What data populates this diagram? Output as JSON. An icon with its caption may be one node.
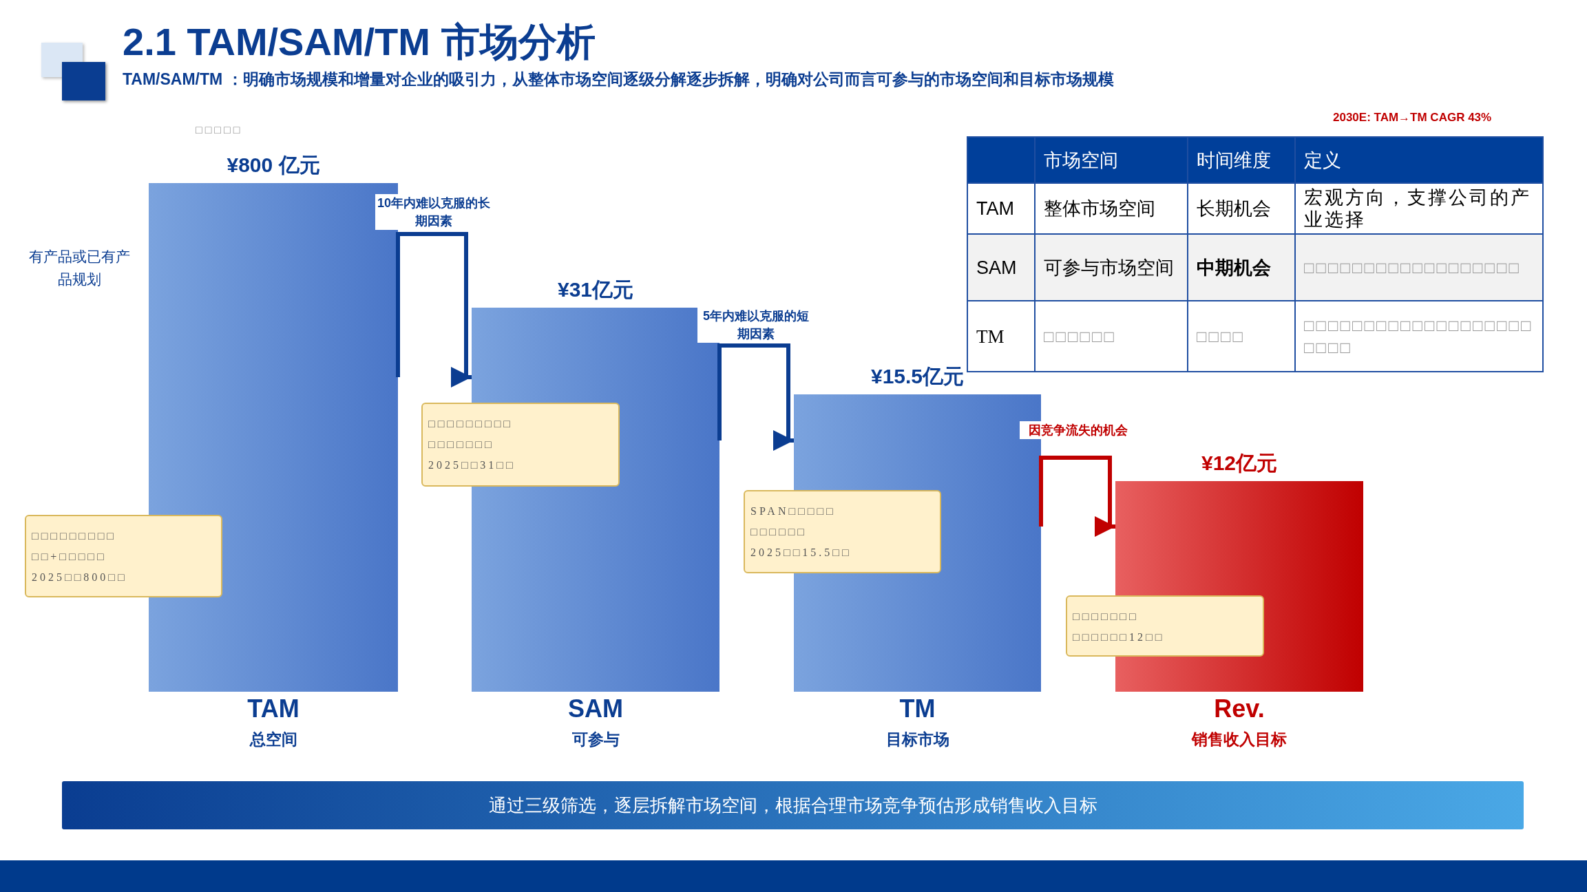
{
  "diagram": {
    "title": "2.1 TAM/SAM/TM 市场分析",
    "nodes": [
      {
        "text": [
          "¥800 亿元",
          "TAM",
          "总空间"
        ]
      },
      {
        "text": [
          "□□□□□□□□□",
          "□□+□□□□□",
          "2025□□800□□"
        ]
      },
      {
        "text": [
          "¥31亿元",
          "SAM",
          "可参与"
        ]
      },
      {
        "text": [
          "□□□□□□□□□",
          "□□□□□□□",
          "2025□□31□□"
        ]
      },
      {
        "text": [
          "¥15.5亿元",
          "TM",
          "目标市场"
        ]
      },
      {
        "text": [
          "SPAN□□□□□",
          "□□□□□□",
          "2025□□15.5□□"
        ]
      },
      {
        "text": [
          "¥12亿元",
          "Rev.",
          "销售收入目标"
        ]
      },
      {
        "text": [
          "□□□□□□□",
          "□□□□□□12□□"
        ]
      },
      {
        "text": [
          "通过三级筛选，逐层拆解市场空间，根据合理市场竞争预估形成销售收入目标"
        ]
      }
    ],
    "edges": [
      {
        "from": 0,
        "to": 2,
        "arrow": "to",
        "label": "10年内难以克服的长期因素"
      },
      {
        "from": 2,
        "to": 4,
        "arrow": "to",
        "label": "5年内难以克服的短期因素"
      },
      {
        "from": 4,
        "to": 6,
        "arrow": "to",
        "label": "因竞争流失的机会",
        "color": "#c00000"
      }
    ],
    "labels": [
      "TAM/SAM/TM ：明确市场规模和增量对企业的吸引力，从整体市场空间逐级分解逐步拆解，明确对公司而言可参与的市场空间和目标市场规模",
      "□□□□□",
      "有产品或已有产品规划",
      "2030E: TAM→TM CAGR 43%",
      "市场空间",
      "时间维度",
      "定义",
      "TAM",
      "整体市场空间",
      "长期机会",
      "宏观方向，支撑公司的产业选择",
      "SAM",
      "可参与市场空间",
      "中期机会",
      "□□□□□□□□□□□□□□□□□□",
      "TM",
      "□□□□□□",
      "□□□□",
      "□□□□□□□□□□□□□□□□□□□□□□□"
    ]
  }
}
